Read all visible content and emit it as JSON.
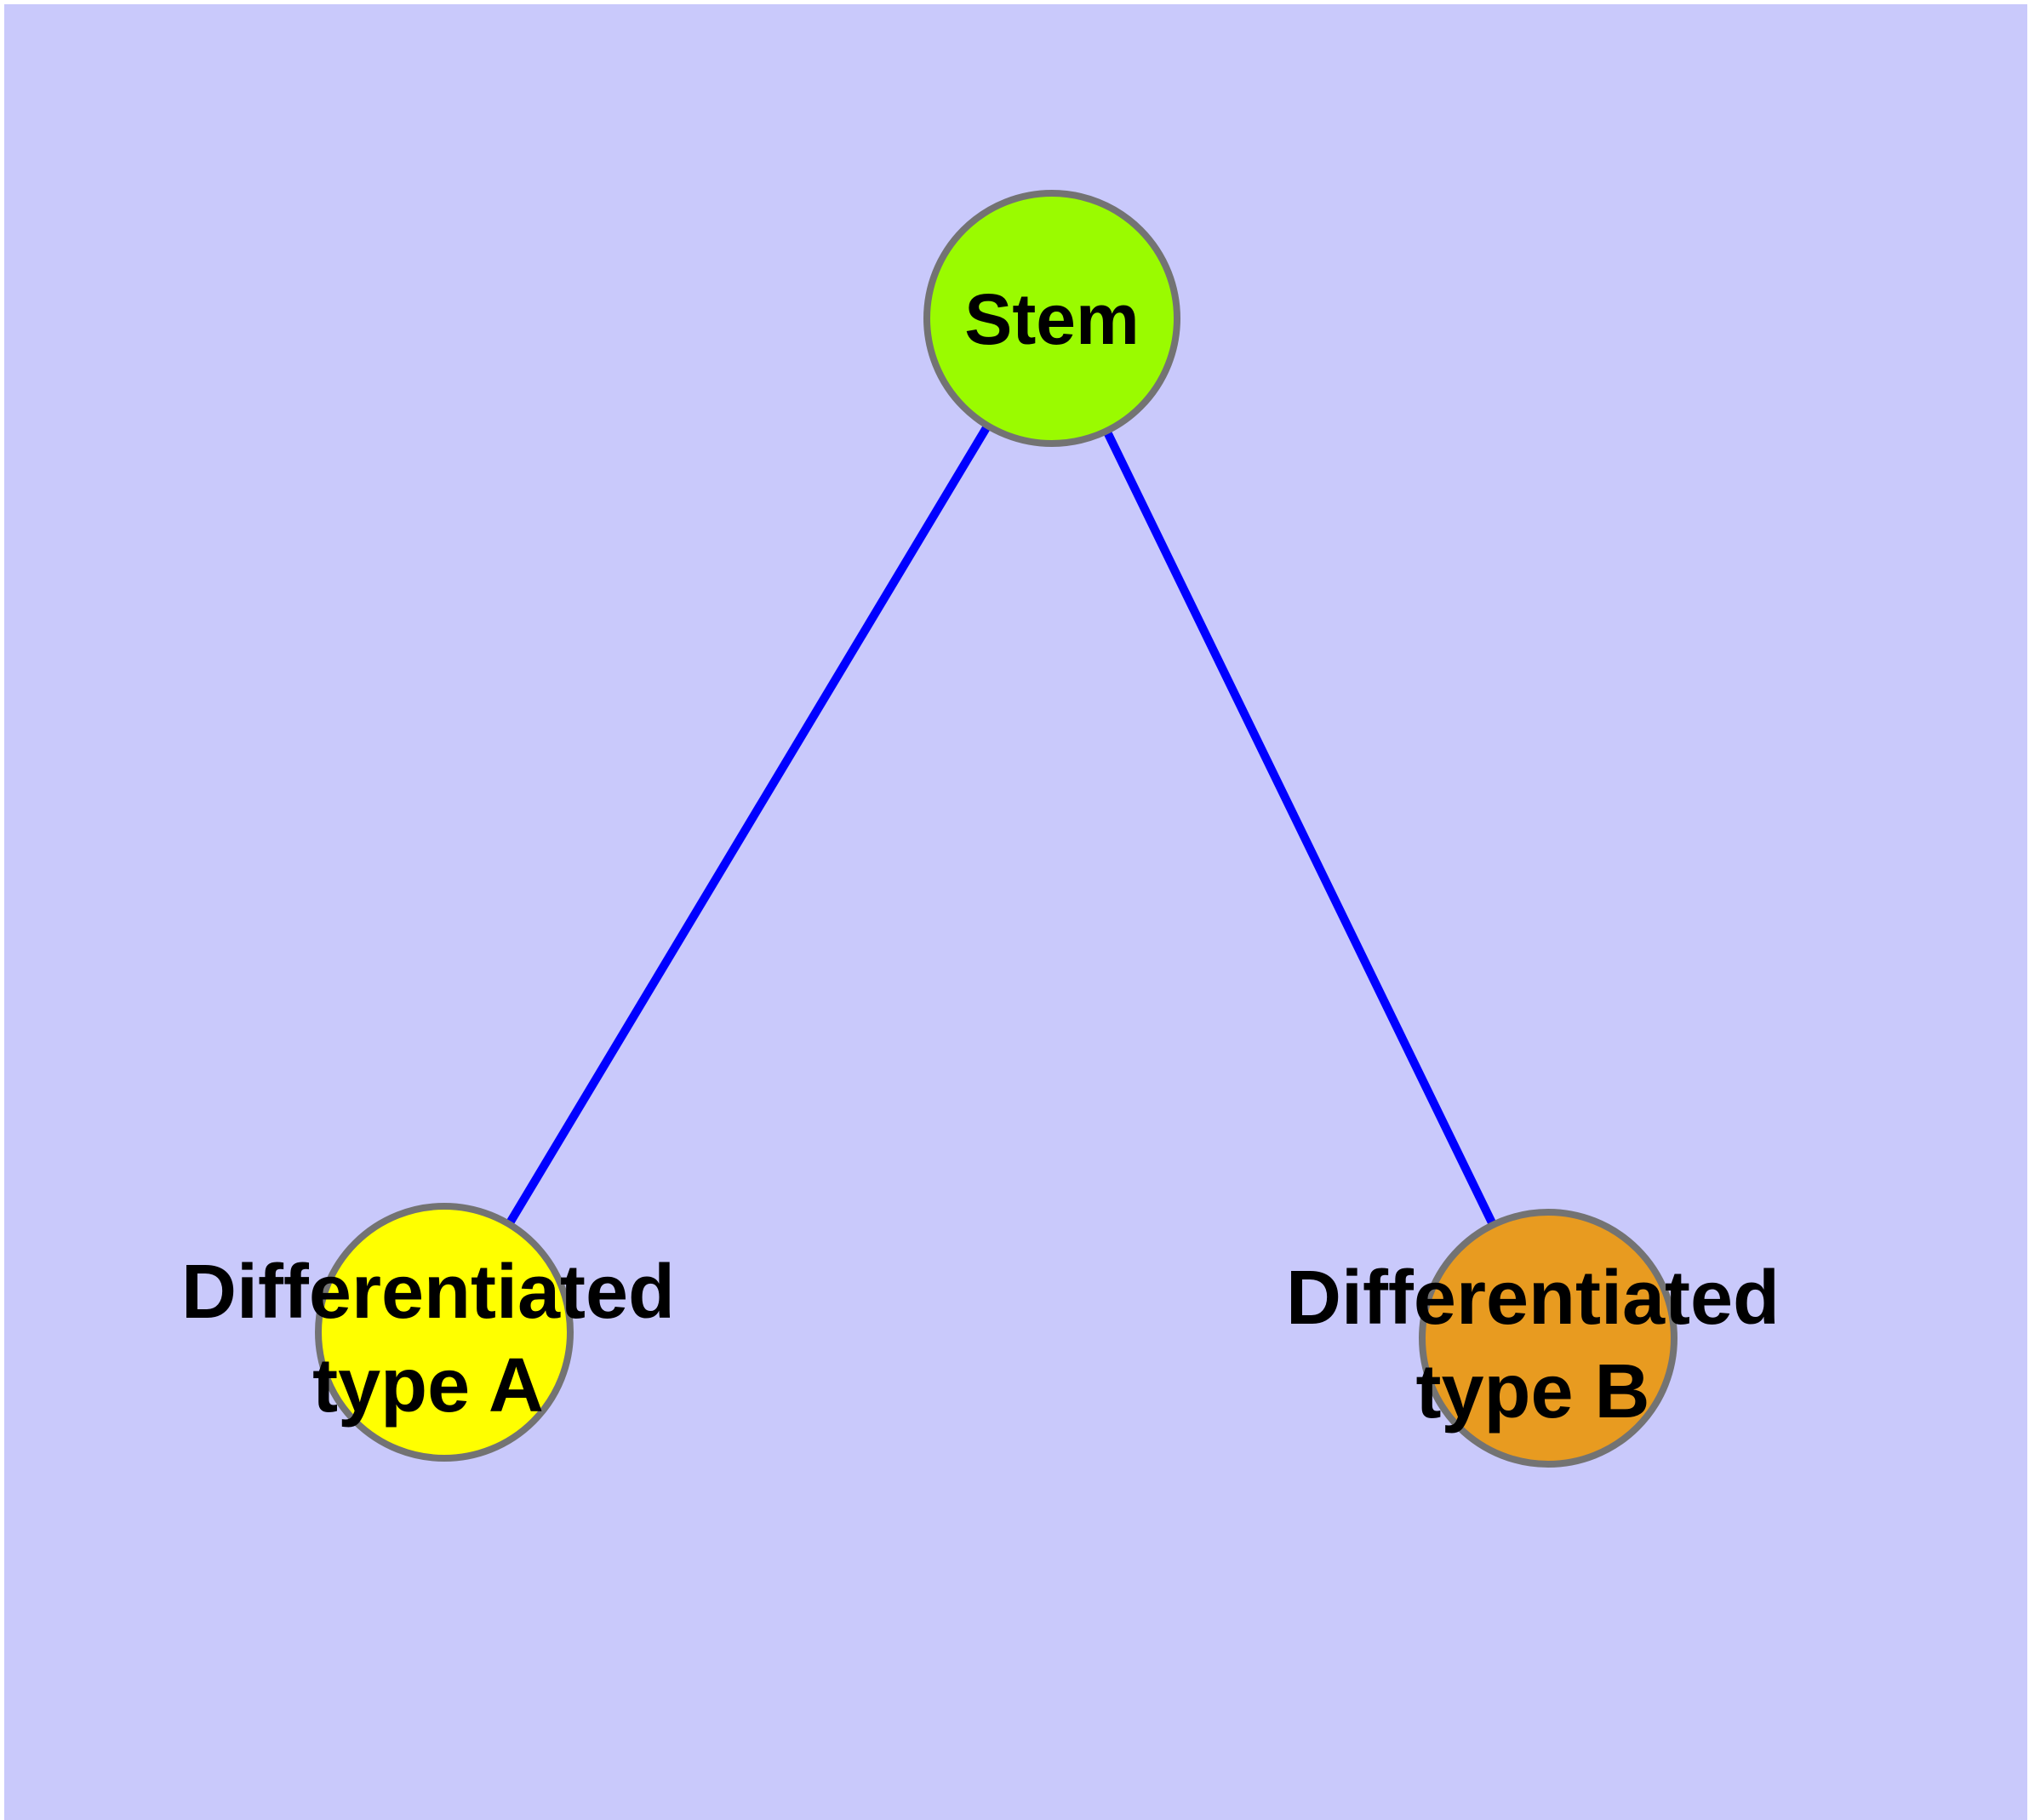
{
  "diagram": {
    "type": "node-link-graph",
    "description": "Stem cell differentiation graph: one stem node linked to two differentiated cell type nodes",
    "colors": {
      "background": "#c9c9fb",
      "margin": "#ffffff",
      "edge": "#0000ff",
      "node_border": "#737373",
      "label_text": "#000000"
    },
    "nodes": [
      {
        "id": "stem",
        "label": "Stem",
        "color": "#9afb00"
      },
      {
        "id": "differentiated-type-a",
        "label_line1": "Differentiated",
        "label_line2": "type A",
        "color": "#ffff00"
      },
      {
        "id": "differentiated-type-b",
        "label_line1": "Differentiated",
        "label_line2": "type B",
        "color": "#e89b20"
      }
    ],
    "edges": [
      {
        "from": "stem",
        "to": "differentiated-type-a"
      },
      {
        "from": "stem",
        "to": "differentiated-type-b"
      }
    ]
  }
}
